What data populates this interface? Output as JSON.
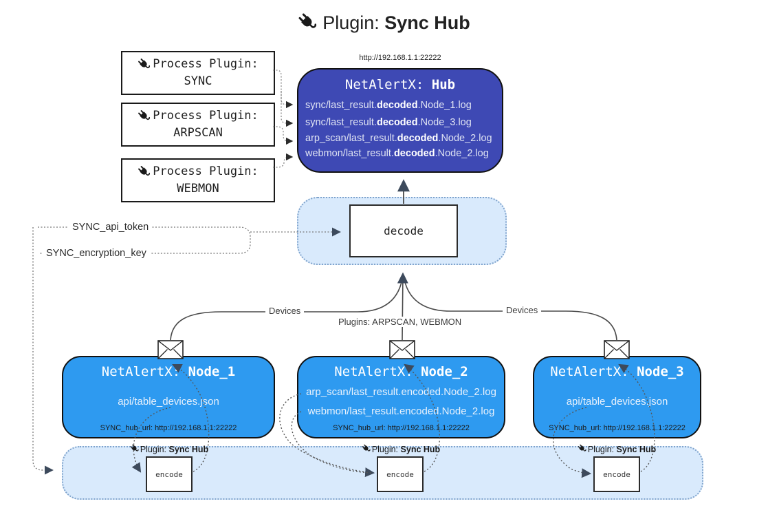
{
  "title": {
    "prefix": "Plugin:",
    "name": "Sync Hub"
  },
  "process_plugins": [
    {
      "label": "Process Plugin:",
      "name": "SYNC"
    },
    {
      "label": "Process Plugin:",
      "name": "ARPSCAN"
    },
    {
      "label": "Process Plugin:",
      "name": "WEBMON"
    }
  ],
  "hub": {
    "url": "http://192.168.1.1:22222",
    "title_prefix": "NetAlertX:",
    "title_name": "Hub",
    "entries": [
      {
        "pre": "sync/last_result.",
        "bold": "decoded",
        "post": ".Node_1.log"
      },
      {
        "pre": "sync/last_result.",
        "bold": "decoded",
        "post": ".Node_3.log"
      },
      {
        "pre": "arp_scan/last_result.",
        "bold": "decoded",
        "post": ".Node_2.log"
      },
      {
        "pre": "webmon/last_result.",
        "bold": "decoded",
        "post": ".Node_2.log"
      }
    ]
  },
  "decode_label": "decode",
  "settings": {
    "api_token": "SYNC_api_token",
    "encryption_key": "SYNC_encryption_key"
  },
  "edge_labels": {
    "devices_left": "Devices",
    "plugins_mid": "Plugins: ARPSCAN, WEBMON",
    "devices_right": "Devices"
  },
  "nodes": [
    {
      "title_prefix": "NetAlertX:",
      "title_name": "Node_1",
      "files": [
        "api/table_devices.json"
      ],
      "hub_url": "SYNC_hub_url: http://192.168.1.1:22222"
    },
    {
      "title_prefix": "NetAlertX:",
      "title_name": "Node_2",
      "files": [
        "arp_scan/last_result.encoded.Node_2.log",
        "webmon/last_result.encoded.Node_2.log"
      ],
      "hub_url": "SYNC_hub_url: http://192.168.1.1:22222"
    },
    {
      "title_prefix": "NetAlertX:",
      "title_name": "Node_3",
      "files": [
        "api/table_devices.json"
      ],
      "hub_url": "SYNC_hub_url: http://192.168.1.1:22222"
    }
  ],
  "encode_strip": {
    "plugin_prefix": "Plugin:",
    "plugin_name": "Sync Hub",
    "encode_label": "encode"
  },
  "icons": {
    "plug": "plug-icon",
    "envelope": "envelope-icon"
  },
  "colors": {
    "hub_bg": "#3e49b4",
    "node_bg": "#2e9af0",
    "panel_bg": "#d9eafc",
    "panel_border": "#7fa3cc",
    "line": "#4a4a4a",
    "arrow_dark": "#3d4a5c"
  }
}
